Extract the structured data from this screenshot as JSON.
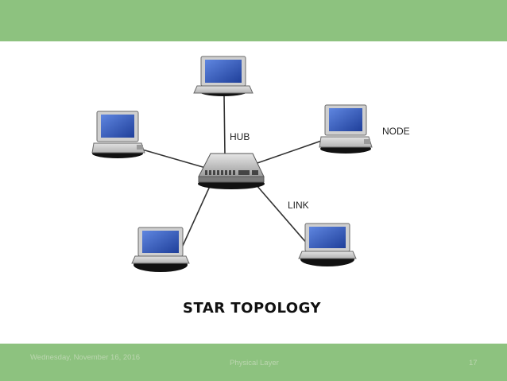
{
  "diagram": {
    "title": "STAR TOPOLOGY",
    "labels": {
      "hub": "HUB",
      "node": "NODE",
      "link": "LINK"
    },
    "nodes": [
      {
        "id": "laptop-top"
      },
      {
        "id": "computer-left"
      },
      {
        "id": "computer-right"
      },
      {
        "id": "laptop-bottom-left"
      },
      {
        "id": "laptop-bottom-right"
      }
    ],
    "edges": [
      {
        "from": "hub",
        "to": "laptop-top"
      },
      {
        "from": "hub",
        "to": "computer-left"
      },
      {
        "from": "hub",
        "to": "computer-right"
      },
      {
        "from": "hub",
        "to": "laptop-bottom-left"
      },
      {
        "from": "hub",
        "to": "laptop-bottom-right"
      }
    ]
  },
  "footer": {
    "date": "Wednesday, November 16, 2016",
    "title": "Physical Layer",
    "page": "17"
  },
  "colors": {
    "bar": "#8dc27f",
    "screen": "#2f56b8",
    "link": "#333333"
  }
}
